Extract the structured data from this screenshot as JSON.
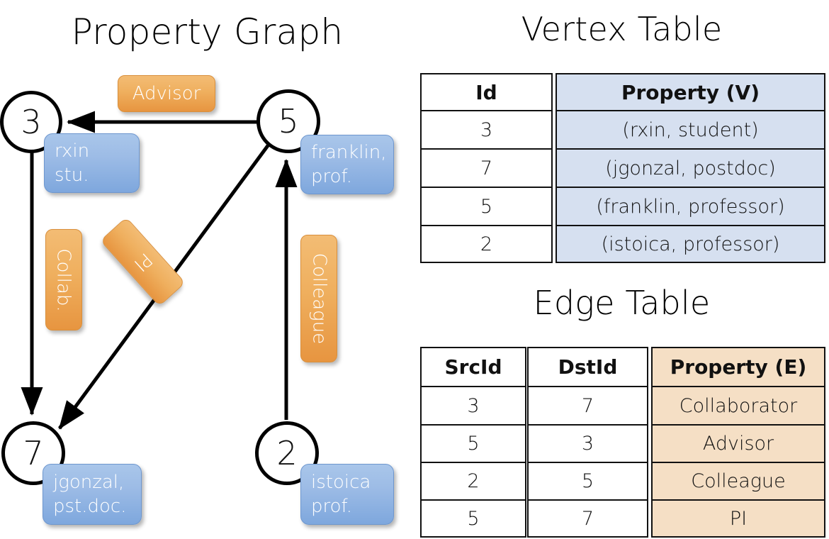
{
  "titles": {
    "graph": "Property Graph",
    "vertex_table": "Vertex Table",
    "edge_table": "Edge Table"
  },
  "colors": {
    "vertex_property_fill": "#d6e0f0",
    "edge_property_fill": "#f5dfc5",
    "node_box_blue": "#9dbce6",
    "edge_label_orange": "#efaf5e",
    "border": "#111111",
    "background": "#ffffff"
  },
  "graph": {
    "nodes": [
      {
        "id": "3",
        "property_lines": [
          "rxin",
          "stu."
        ]
      },
      {
        "id": "5",
        "property_lines": [
          "franklin,",
          "prof."
        ]
      },
      {
        "id": "7",
        "property_lines": [
          "jgonzal,",
          "pst.doc."
        ]
      },
      {
        "id": "2",
        "property_lines": [
          "istoica",
          "prof."
        ]
      }
    ],
    "edge_labels": [
      {
        "label": "Advisor",
        "orientation": "horizontal"
      },
      {
        "label": "Collab.",
        "orientation": "vertical"
      },
      {
        "label": "PI",
        "orientation": "tilted"
      },
      {
        "label": "Colleague",
        "orientation": "vertical"
      }
    ],
    "edges": [
      {
        "src": "5",
        "dst": "3",
        "label": "Advisor"
      },
      {
        "src": "3",
        "dst": "7",
        "label": "Collab."
      },
      {
        "src": "5",
        "dst": "7",
        "label": "PI"
      },
      {
        "src": "2",
        "dst": "5",
        "label": "Colleague"
      }
    ]
  },
  "vertex_table": {
    "headers": [
      "Id",
      "Property (V)"
    ],
    "rows": [
      {
        "id": "3",
        "property": "(rxin, student)"
      },
      {
        "id": "7",
        "property": "(jgonzal, postdoc)"
      },
      {
        "id": "5",
        "property": "(franklin, professor)"
      },
      {
        "id": "2",
        "property": "(istoica, professor)"
      }
    ]
  },
  "edge_table": {
    "headers": [
      "SrcId",
      "DstId",
      "Property (E)"
    ],
    "rows": [
      {
        "src": "3",
        "dst": "7",
        "property": "Collaborator"
      },
      {
        "src": "5",
        "dst": "3",
        "property": "Advisor"
      },
      {
        "src": "2",
        "dst": "5",
        "property": "Colleague"
      },
      {
        "src": "5",
        "dst": "7",
        "property": "PI"
      }
    ]
  }
}
